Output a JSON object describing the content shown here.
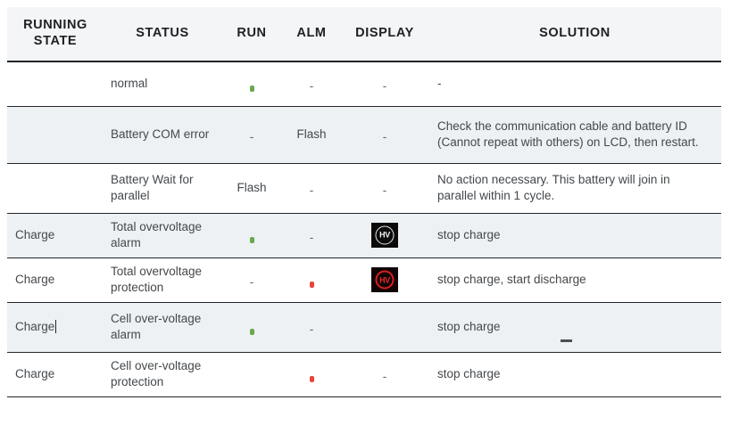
{
  "table": {
    "columns": [
      {
        "key": "running_state",
        "label": "RUNNING STATE"
      },
      {
        "key": "status",
        "label": "STATUS"
      },
      {
        "key": "run",
        "label": "RUN"
      },
      {
        "key": "alm",
        "label": "ALM"
      },
      {
        "key": "display",
        "label": "DISPLAY"
      },
      {
        "key": "solution",
        "label": "SOLUTION"
      }
    ],
    "header": {
      "running_state_line1": "RUNNING",
      "running_state_line2": "STATE",
      "status": "STATUS",
      "run": "RUN",
      "alm": "ALM",
      "display": "DISPLAY",
      "solution": "SOLUTION"
    },
    "rows": [
      {
        "running_state": "",
        "status": "normal",
        "run": {
          "type": "dot",
          "color": "green",
          "text": ""
        },
        "alm": {
          "type": "dash",
          "text": "-"
        },
        "display": {
          "type": "dash",
          "text": "-"
        },
        "solution": "-"
      },
      {
        "running_state": "",
        "status": "Battery COM error",
        "run": {
          "type": "dash",
          "text": "-"
        },
        "alm": {
          "type": "text",
          "text": "Flash"
        },
        "display": {
          "type": "dash",
          "text": "-"
        },
        "solution": "Check the communication cable and battery ID (Cannot repeat with others) on LCD, then restart."
      },
      {
        "running_state": "",
        "status": "Battery Wait for parallel",
        "run": {
          "type": "text",
          "text": "Flash"
        },
        "alm": {
          "type": "dash",
          "text": "-"
        },
        "display": {
          "type": "dash",
          "text": "-"
        },
        "solution": "No action necessary. This battery will join in parallel within 1 cycle."
      },
      {
        "running_state": "Charge",
        "status": "Total overvoltage alarm",
        "run": {
          "type": "dot",
          "color": "green",
          "text": ""
        },
        "alm": {
          "type": "dash",
          "text": "-"
        },
        "display": {
          "type": "badge",
          "style": "hv-white",
          "text": "HV"
        },
        "solution": "stop charge"
      },
      {
        "running_state": "Charge",
        "status": "Total overvoltage protection",
        "run": {
          "type": "dash",
          "text": "-"
        },
        "alm": {
          "type": "dot",
          "color": "red",
          "text": ""
        },
        "display": {
          "type": "badge",
          "style": "hv-red",
          "text": "HV"
        },
        "solution": "stop charge, start discharge"
      },
      {
        "running_state": "Charge",
        "status": "Cell over-voltage alarm",
        "run": {
          "type": "dot",
          "color": "green",
          "text": ""
        },
        "alm": {
          "type": "dash",
          "text": "-"
        },
        "display": {
          "type": "none",
          "text": ""
        },
        "solution": "stop charge"
      },
      {
        "running_state": "Charge",
        "status": "Cell over-voltage protection",
        "run": {
          "type": "none",
          "text": ""
        },
        "alm": {
          "type": "dot",
          "color": "red",
          "text": ""
        },
        "display": {
          "type": "dash",
          "text": "-"
        },
        "solution": "stop charge"
      }
    ]
  },
  "colors": {
    "header_bg": "#f3f5f6",
    "stripe_bg": "#eef1f3",
    "row_bg": "#ffffff",
    "rule": "#22262a",
    "text": "#44484c",
    "header_text": "#202124",
    "dot_green": "#6aa84f",
    "dot_red": "#e8453c",
    "badge_white_bg": "#0b0b0b",
    "badge_red_accent": "#d81f1f"
  },
  "annotations": {
    "caret_row_index": 5,
    "caret_after": "Charge",
    "stray_dash": "-"
  }
}
